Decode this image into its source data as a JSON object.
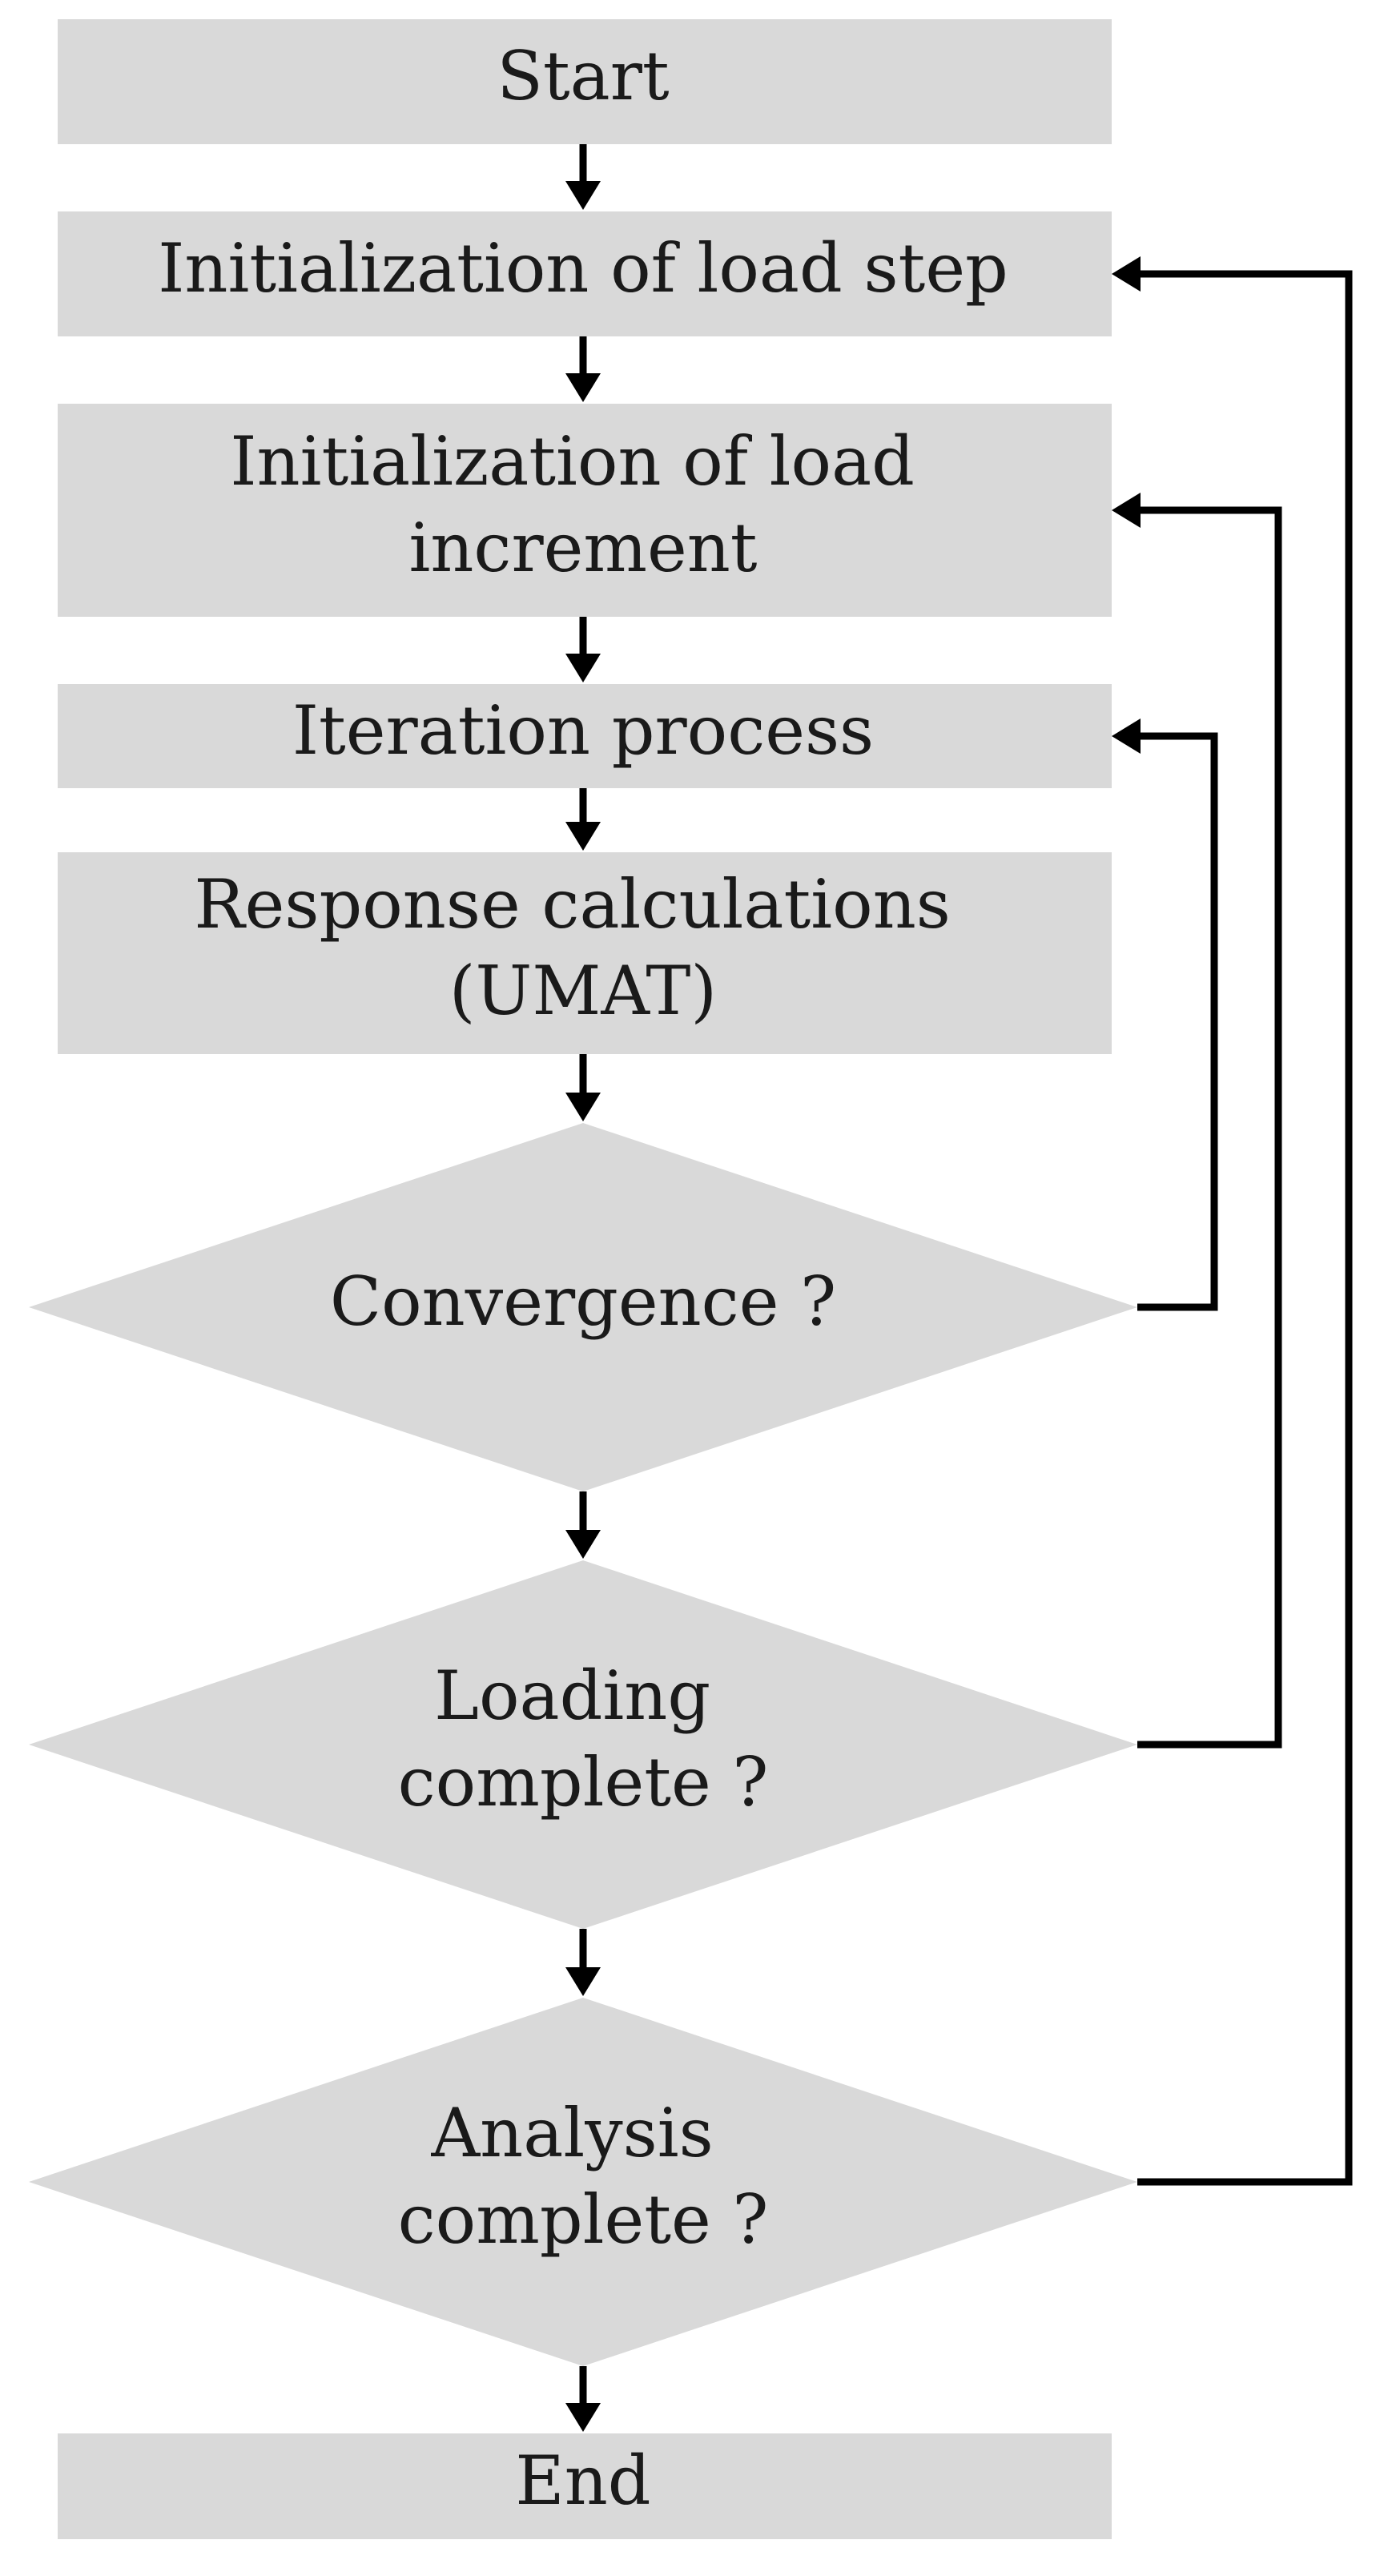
{
  "nodes": {
    "start": {
      "lines": [
        "Start"
      ]
    },
    "init_load_step": {
      "lines": [
        "Initialization of load step"
      ]
    },
    "init_load_increment": {
      "lines": [
        "Initialization of load",
        "increment"
      ]
    },
    "iteration_process": {
      "lines": [
        "Iteration process"
      ]
    },
    "response_calculations": {
      "lines": [
        "Response calculations",
        "(UMAT)"
      ]
    },
    "convergence": {
      "lines": [
        "Convergence ?"
      ]
    },
    "loading_complete": {
      "lines": [
        "Loading",
        "complete ?"
      ]
    },
    "analysis_complete": {
      "lines": [
        "Analysis",
        "complete ?"
      ]
    },
    "end": {
      "lines": [
        "End"
      ]
    }
  },
  "colors": {
    "shape_fill": "#d9d9d9",
    "connector": "#000000",
    "text": "#1a1a1a"
  }
}
